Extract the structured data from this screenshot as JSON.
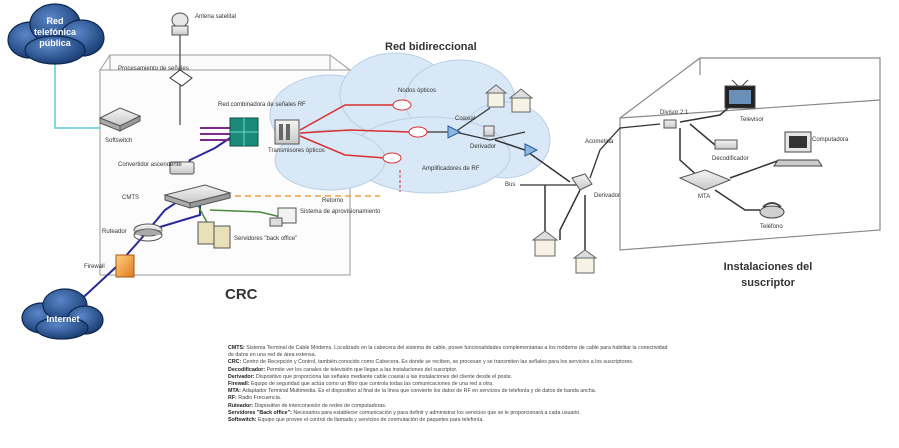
{
  "titles": {
    "crc": "CRC",
    "red_bidireccional": "Red bidireccional",
    "instalaciones_line1": "Instalaciones del",
    "instalaciones_line2": "suscriptor"
  },
  "clouds": {
    "rtp_line1": "Red",
    "rtp_line2": "telefónica",
    "rtp_line3": "pública",
    "internet": "Internet"
  },
  "labels": {
    "antena": "Antena satelital",
    "procesamiento": "Procesamiento de señales",
    "softswitch": "Softswitch",
    "red_combinadora": "Red combinadora de señales RF",
    "convertidor": "Convertidor ascendente",
    "transmisores": "Transmisores ópticos",
    "cmts": "CMTS",
    "ruteador": "Ruteador",
    "firewall": "Firewall",
    "servidores": "Servidores \"back office\"",
    "sistema_aprov": "Sistema de aprovisionamiento",
    "retorno": "Retorno",
    "nodos": "Nodos ópticos",
    "coaxial": "Coaxial",
    "derivador": "Derivador",
    "amplificadores": "Amplificadores de RF",
    "bus": "Bus",
    "derivador2": "Derivador",
    "acometida": "Acometida",
    "divisor": "Divisor 2:1",
    "televisor": "Televisor",
    "decodificador": "Decodificador",
    "computadora": "Computadora",
    "mta": "MTA",
    "telefono": "Teléfono"
  },
  "legend": [
    {
      "term": "CMTS:",
      "text": "Sistema Terminal de Cable Módems. Localizado en la cabecera del sistema de cable, posee funcionalidades complementarias a los módems de cable para habilitar la conectividad"
    },
    {
      "term": "",
      "text": "de datos en una red de área extensa."
    },
    {
      "term": "CRC:",
      "text": "Centro de Recepción y Control, también conocido como Cabecera. Es donde se reciben, se procesan y se transmiten las señales para los servicios a los suscriptores."
    },
    {
      "term": "Decodificador:",
      "text": "Permite ver los canales de televisión que llegan a las instalaciones del suscriptor."
    },
    {
      "term": "Derivador:",
      "text": "Dispositivo que proporciona las señales mediante cable coaxial a las instalaciones del cliente desde el poste."
    },
    {
      "term": "Firewall:",
      "text": "Equipo de seguridad que actúa como un filtro que controla todas las comunicaciones de una red a otra."
    },
    {
      "term": "MTA:",
      "text": "Adaptador Terminal Multimedia. Es el dispositivo al final de la línea que convierte los datos de RF en servicios de telefonía y de datos de banda ancha."
    },
    {
      "term": "RF:",
      "text": "Radio Frecuencia."
    },
    {
      "term": "Ruteador:",
      "text": "Dispositivo de interconexión de redes de computadoras."
    },
    {
      "term": "Servidores \"Back office\":",
      "text": "Necesarios para establecer comunicación y para definir y administrar los servicios que se le proporcionará a cada usuario."
    },
    {
      "term": "Softswitch:",
      "text": "Equipo que provee el control de llamada y servicios de conmutación de paquetes para telefonía."
    }
  ],
  "colors": {
    "cloud_dark": "#1f4e8a",
    "link_cyan": "#5fc8dc",
    "link_red": "#d93030",
    "link_purple": "#7b2a8c",
    "link_navy": "#2a2a9a",
    "link_green": "#4a8a3a",
    "link_orange": "#f0a040",
    "combiner_teal": "#1a8a7a",
    "light_cloud": "#d8e8f6"
  }
}
